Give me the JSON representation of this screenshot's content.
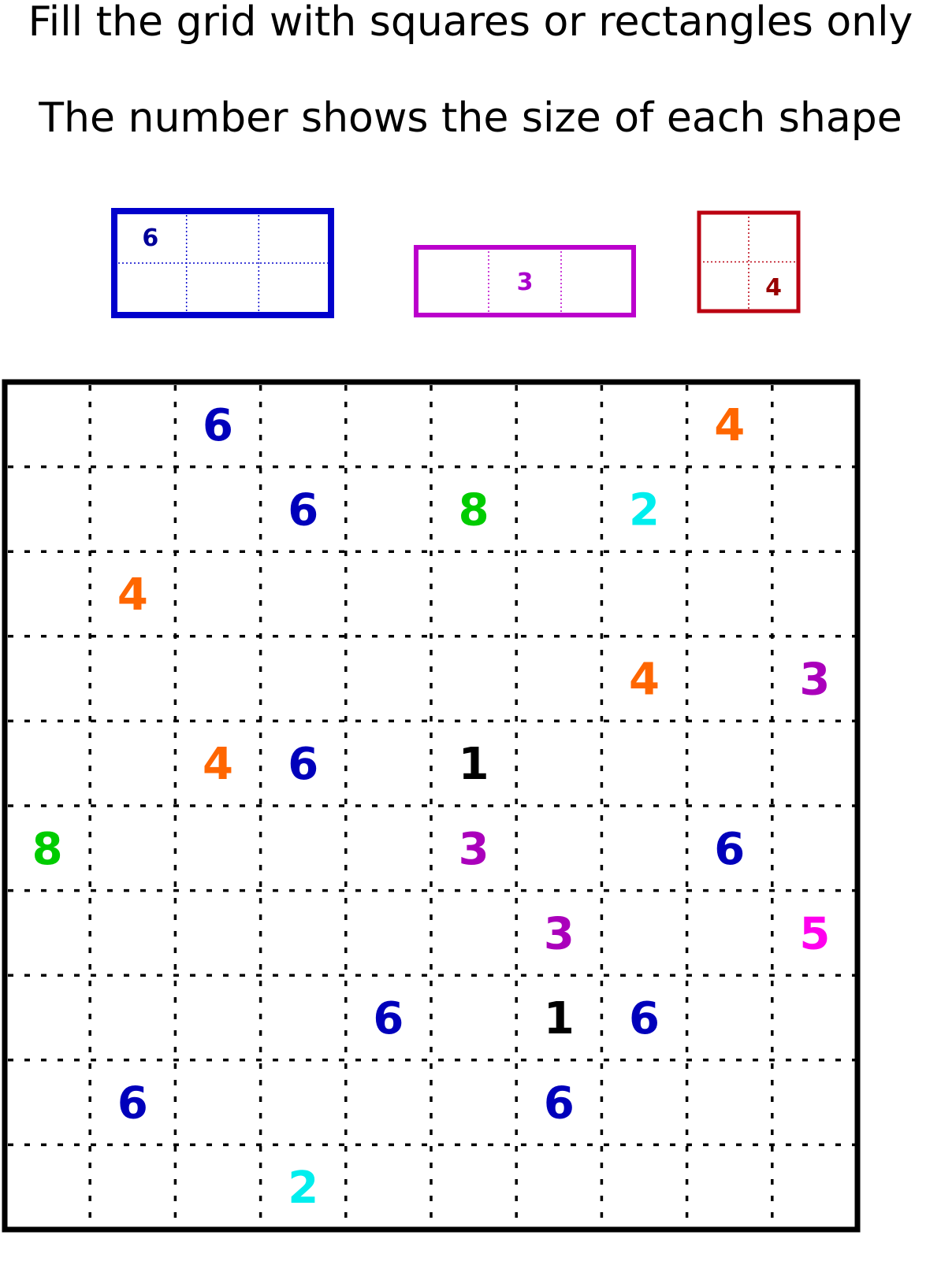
{
  "instructions": {
    "line1": "Fill the grid with squares or rectangles only",
    "line2": "The number shows the size of each shape"
  },
  "examples": [
    {
      "name": "example-rectangle-6",
      "cols": 3,
      "rows": 2,
      "number": "6",
      "number_cell": [
        0,
        0
      ],
      "color": "#0000cc",
      "text_color": "#000099"
    },
    {
      "name": "example-rectangle-3",
      "cols": 3,
      "rows": 1,
      "number": "3",
      "number_cell": [
        1,
        0
      ],
      "color": "#bb00cc",
      "text_color": "#aa00cc"
    },
    {
      "name": "example-square-4",
      "cols": 2,
      "rows": 2,
      "number": "4",
      "number_cell": [
        1,
        1
      ],
      "color": "#bb0011",
      "text_color": "#990000"
    }
  ],
  "grid": {
    "rows": 10,
    "cols": 10,
    "clues": [
      {
        "row": 0,
        "col": 2,
        "value": "6",
        "color": "#0000bb"
      },
      {
        "row": 0,
        "col": 8,
        "value": "4",
        "color": "#ff6600"
      },
      {
        "row": 1,
        "col": 3,
        "value": "6",
        "color": "#0000bb"
      },
      {
        "row": 1,
        "col": 5,
        "value": "8",
        "color": "#00cc00"
      },
      {
        "row": 1,
        "col": 7,
        "value": "2",
        "color": "#00eeee"
      },
      {
        "row": 2,
        "col": 1,
        "value": "4",
        "color": "#ff6600"
      },
      {
        "row": 3,
        "col": 7,
        "value": "4",
        "color": "#ff6600"
      },
      {
        "row": 3,
        "col": 9,
        "value": "3",
        "color": "#aa00bb"
      },
      {
        "row": 4,
        "col": 2,
        "value": "4",
        "color": "#ff6600"
      },
      {
        "row": 4,
        "col": 3,
        "value": "6",
        "color": "#0000bb"
      },
      {
        "row": 4,
        "col": 5,
        "value": "1",
        "color": "#000000"
      },
      {
        "row": 5,
        "col": 0,
        "value": "8",
        "color": "#00cc00"
      },
      {
        "row": 5,
        "col": 5,
        "value": "3",
        "color": "#aa00bb"
      },
      {
        "row": 5,
        "col": 8,
        "value": "6",
        "color": "#0000bb"
      },
      {
        "row": 6,
        "col": 6,
        "value": "3",
        "color": "#aa00bb"
      },
      {
        "row": 6,
        "col": 9,
        "value": "5",
        "color": "#ff00ee"
      },
      {
        "row": 7,
        "col": 4,
        "value": "6",
        "color": "#0000bb"
      },
      {
        "row": 7,
        "col": 6,
        "value": "1",
        "color": "#000000"
      },
      {
        "row": 7,
        "col": 7,
        "value": "6",
        "color": "#0000bb"
      },
      {
        "row": 8,
        "col": 1,
        "value": "6",
        "color": "#0000bb"
      },
      {
        "row": 8,
        "col": 6,
        "value": "6",
        "color": "#0000bb"
      },
      {
        "row": 9,
        "col": 3,
        "value": "2",
        "color": "#00eeee"
      }
    ]
  }
}
